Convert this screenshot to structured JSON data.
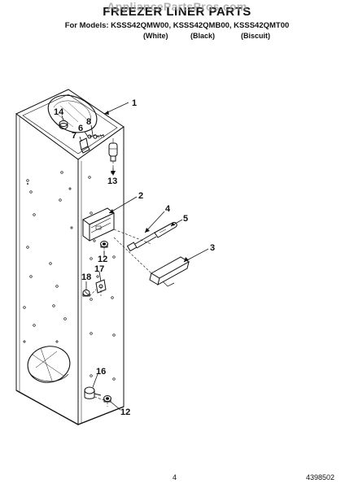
{
  "header": {
    "title": "FREEZER LINER PARTS",
    "watermark": "AppliancePartsPros.com",
    "models": "For Models: KSSS42QMW00, KSSS42QMB00, KSSS42QMT00",
    "colors": [
      "(White)",
      "(Black)",
      "(Biscuit)"
    ]
  },
  "callouts": [
    "1",
    "14",
    "8",
    "6",
    "7",
    "13",
    "2",
    "4",
    "5",
    "12",
    "3",
    "17",
    "18",
    "16",
    "12"
  ],
  "footer": {
    "page_number": "4",
    "doc_number": "4398502"
  }
}
